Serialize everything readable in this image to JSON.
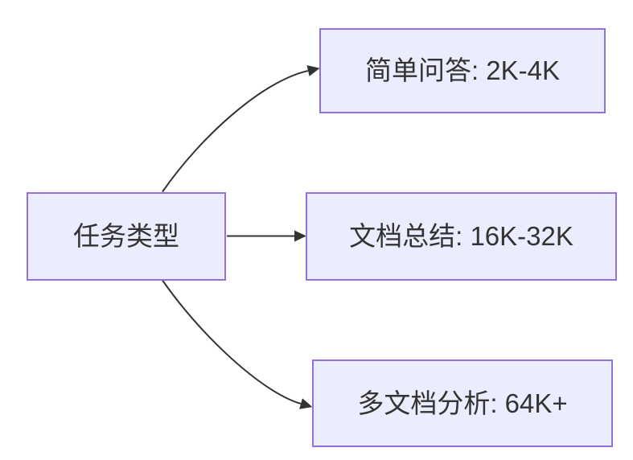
{
  "diagram": {
    "type": "flowchart-left-to-right",
    "root": {
      "id": "task-type",
      "label": "任务类型"
    },
    "children": [
      {
        "id": "simple-qa",
        "label": "简单问答: 2K-4K"
      },
      {
        "id": "doc-summary",
        "label": "文档总结: 16K-32K"
      },
      {
        "id": "multi-doc",
        "label": "多文档分析: 64K+"
      }
    ],
    "edges": [
      {
        "from": "任务类型",
        "to": "简单问答: 2K-4K",
        "style": "curved-up-arrow"
      },
      {
        "from": "任务类型",
        "to": "文档总结: 16K-32K",
        "style": "straight-arrow"
      },
      {
        "from": "任务类型",
        "to": "多文档分析: 64K+",
        "style": "curved-down-arrow"
      }
    ],
    "colors": {
      "node_fill": "#ECECFF",
      "node_border": "#9370DB",
      "edge": "#333333",
      "text": "#333333",
      "background": "#FFFFFF"
    }
  }
}
